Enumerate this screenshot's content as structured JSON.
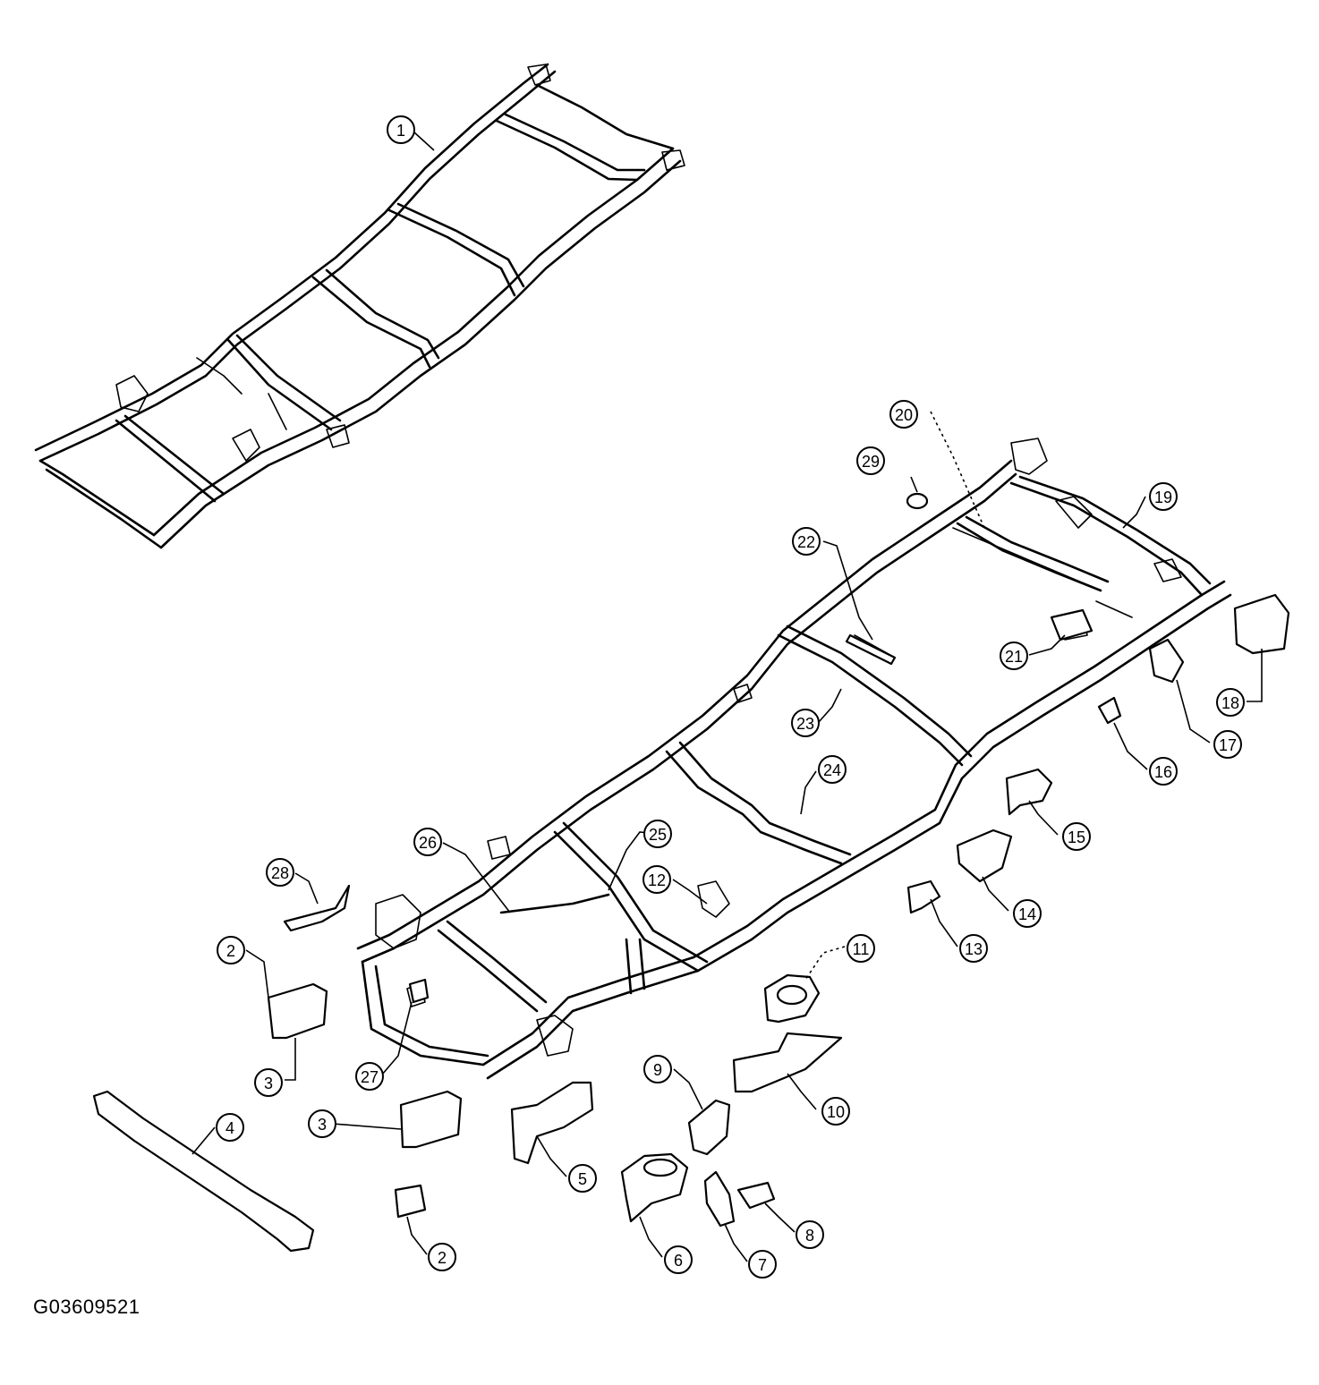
{
  "figure_id": "G03609521",
  "callouts": [
    {
      "key": "1",
      "label": "1"
    },
    {
      "key": "2a",
      "label": "2"
    },
    {
      "key": "2b",
      "label": "2"
    },
    {
      "key": "3a",
      "label": "3"
    },
    {
      "key": "3b",
      "label": "3"
    },
    {
      "key": "4",
      "label": "4"
    },
    {
      "key": "5",
      "label": "5"
    },
    {
      "key": "6",
      "label": "6"
    },
    {
      "key": "7",
      "label": "7"
    },
    {
      "key": "8",
      "label": "8"
    },
    {
      "key": "9",
      "label": "9"
    },
    {
      "key": "10",
      "label": "10"
    },
    {
      "key": "11",
      "label": "11"
    },
    {
      "key": "12",
      "label": "12"
    },
    {
      "key": "13",
      "label": "13"
    },
    {
      "key": "14",
      "label": "14"
    },
    {
      "key": "15",
      "label": "15"
    },
    {
      "key": "16",
      "label": "16"
    },
    {
      "key": "17",
      "label": "17"
    },
    {
      "key": "18",
      "label": "18"
    },
    {
      "key": "19",
      "label": "19"
    },
    {
      "key": "20",
      "label": "20"
    },
    {
      "key": "21",
      "label": "21"
    },
    {
      "key": "22",
      "label": "22"
    },
    {
      "key": "23",
      "label": "23"
    },
    {
      "key": "24",
      "label": "24"
    },
    {
      "key": "25",
      "label": "25"
    },
    {
      "key": "26",
      "label": "26"
    },
    {
      "key": "27",
      "label": "27"
    },
    {
      "key": "28",
      "label": "28"
    },
    {
      "key": "29",
      "label": "29"
    }
  ]
}
